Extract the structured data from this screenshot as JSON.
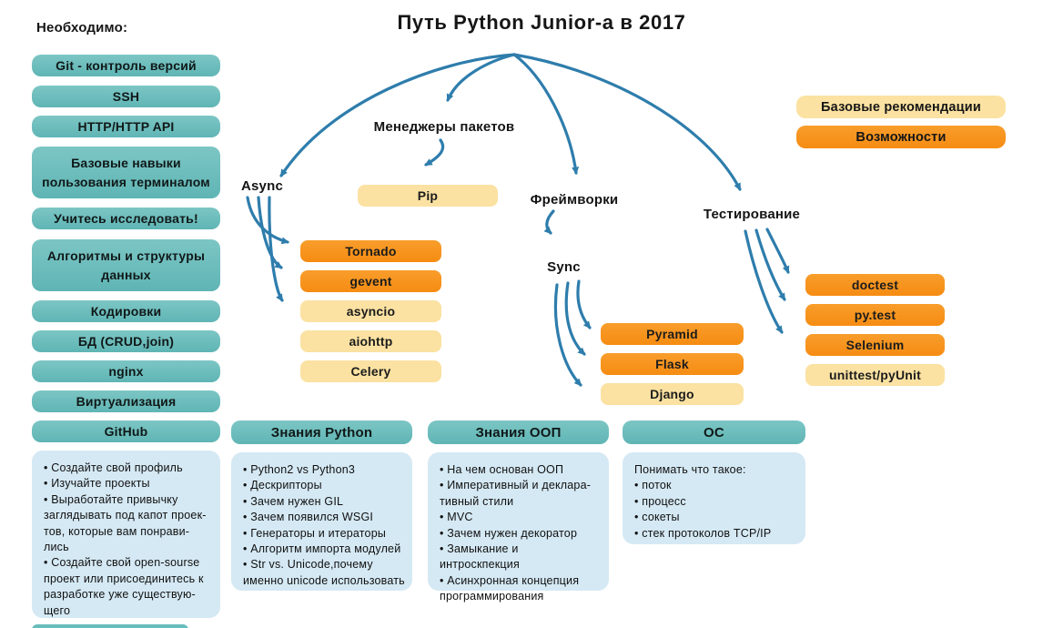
{
  "title": "Путь Python Junior-а в 2017",
  "legend": {
    "basic": "Базовые рекомендации",
    "opportunities": "Возможности"
  },
  "colors": {
    "teal": "#6abfbf",
    "orange": "#f7941e",
    "yellow": "#fbe2a2",
    "note_blue": "#d5e9f4",
    "arrow_blue": "#2e7dac"
  },
  "sidebar": {
    "heading": "Необходимо:",
    "items": [
      "Git - контроль версий",
      "SSH",
      "HTTP/HTTP API",
      "Базовые навыки пользования терминалом",
      "Учитесь исследовать!",
      "Алгоритмы и структуры данных",
      "Кодировки",
      "БД (CRUD,join)",
      "nginx",
      "Виртуализация",
      "GitHub"
    ],
    "notes": [
      "• Создайте свой профиль",
      "• Изучайте проекты",
      "• Выработайте привычку",
      "заглядывать под капот проек-",
      "тов, которые вам понрави-",
      "лись",
      "• Создайте свой open-sourse",
      "проект или присоединитесь к",
      "разработке уже существую-",
      "щего"
    ]
  },
  "branches": {
    "package_managers": {
      "label": "Менеджеры пакетов",
      "items": [
        {
          "label": "Pip",
          "kind": "basic"
        }
      ]
    },
    "async": {
      "label": "Async",
      "items": [
        {
          "label": "Tornado",
          "kind": "opportunity"
        },
        {
          "label": "gevent",
          "kind": "opportunity"
        },
        {
          "label": "asyncio",
          "kind": "basic"
        },
        {
          "label": "aiohttp",
          "kind": "basic"
        },
        {
          "label": "Celery",
          "kind": "basic"
        }
      ]
    },
    "frameworks": {
      "label": "Фреймворки",
      "sub_label": "Sync",
      "items": [
        {
          "label": "Pyramid",
          "kind": "opportunity"
        },
        {
          "label": "Flask",
          "kind": "opportunity"
        },
        {
          "label": "Django",
          "kind": "basic"
        }
      ]
    },
    "testing": {
      "label": "Тестирование",
      "items": [
        {
          "label": "doctest",
          "kind": "opportunity"
        },
        {
          "label": "py.test",
          "kind": "opportunity"
        },
        {
          "label": "Selenium",
          "kind": "opportunity"
        },
        {
          "label": "unittest/pyUnit",
          "kind": "basic"
        }
      ]
    }
  },
  "sections": [
    {
      "title": "Знания Python",
      "lines": [
        "• Python2 vs Python3",
        "• Дескрипторы",
        "• Зачем нужен GIL",
        "• Зачем появился WSGI",
        "• Генераторы и итераторы",
        "• Алгоритм импорта модулей",
        "• Str vs. Unicode,почему",
        "именно unicode использовать"
      ]
    },
    {
      "title": "Знания ООП",
      "lines": [
        "• На чем основан ООП",
        "• Императивный и деклара-",
        "тивный стили",
        "• MVC",
        "• Зачем нужен декоратор",
        "• Замыкание и интроскпекция",
        "• Асинхронная концепция",
        "программирования"
      ]
    },
    {
      "title": "ОС",
      "lines": [
        "Понимать что такое:",
        "• поток",
        "• процесс",
        "• сокеты",
        "• стек протоколов TCP/IP"
      ]
    }
  ]
}
